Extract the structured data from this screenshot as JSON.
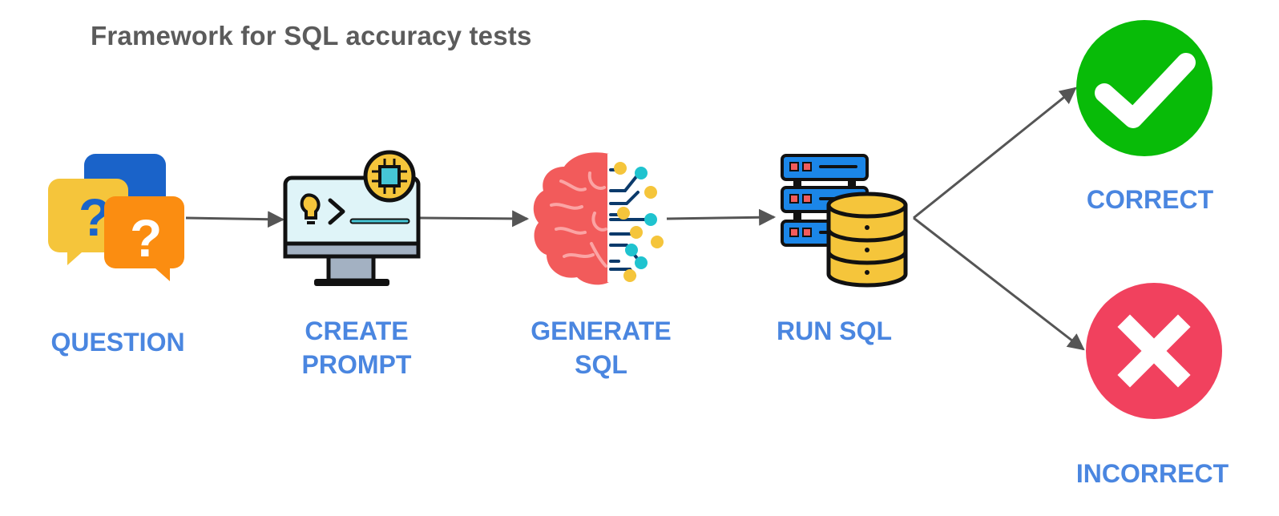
{
  "title": "Framework for SQL accuracy tests",
  "steps": {
    "question": "QUESTION",
    "create_prompt": [
      "CREATE",
      "PROMPT"
    ],
    "generate_sql": [
      "GENERATE",
      "SQL"
    ],
    "run_sql": "RUN SQL"
  },
  "outcomes": {
    "correct": "CORRECT",
    "incorrect": "INCORRECT"
  },
  "icons": [
    "question-bubbles-icon",
    "monitor-chip-icon",
    "brain-circuit-icon",
    "database-server-icon",
    "checkmark-icon",
    "cross-icon"
  ],
  "colors": {
    "label": "#4a86e0",
    "title": "#5b5b5b",
    "arrow": "#555555",
    "correct": "#08bb08",
    "incorrect": "#f1415e"
  }
}
